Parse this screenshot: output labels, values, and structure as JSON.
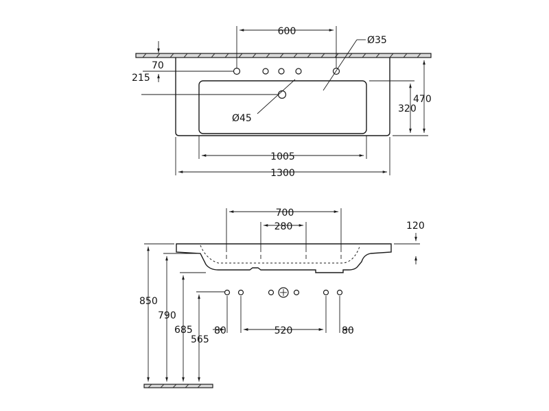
{
  "top_view": {
    "dimensions": {
      "tap_spacing": "600",
      "tap_hole_diameter": "Ø35",
      "tap_hole_offset": "70",
      "drain_offset": "215",
      "total_depth": "470",
      "bowl_depth": "320",
      "drain_diameter": "Ø45",
      "bowl_width": "1005",
      "total_width": "1300"
    }
  },
  "front_view": {
    "dimensions": {
      "outer_hole_spacing": "700",
      "inner_hole_spacing": "280",
      "rim_height": "120",
      "total_height": "850",
      "rim_top_height": "790",
      "underside_height": "685",
      "fixing_height": "565",
      "left_offset": "80",
      "center_spacing": "520",
      "right_offset": "80"
    }
  }
}
